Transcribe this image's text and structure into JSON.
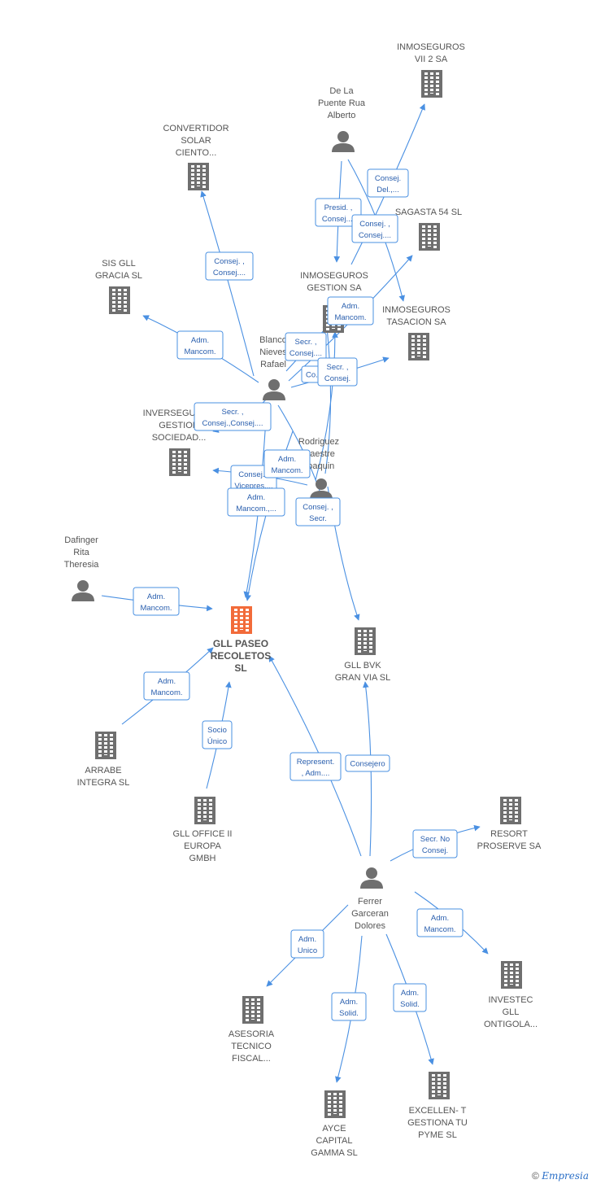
{
  "colors": {
    "edge": "#4a90e2",
    "box_text": "#2a5fae",
    "node": "#6f6f6f",
    "focus": "#f26b3a",
    "label": "#555555"
  },
  "nodes": [
    {
      "id": "gll_paseo",
      "type": "company",
      "focus": true,
      "lines": [
        "GLL PASEO",
        "RECOLETOS",
        "SL"
      ]
    },
    {
      "id": "blanco",
      "type": "person",
      "lines": [
        "Blanco",
        "Nieves",
        "Rafael"
      ]
    },
    {
      "id": "rodriguez",
      "type": "person",
      "lines": [
        "Rodriguez",
        "Maestre",
        "Joaquin"
      ]
    },
    {
      "id": "delapuente",
      "type": "person",
      "lines": [
        "De La",
        "Puente Rua",
        "Alberto"
      ]
    },
    {
      "id": "dafinger",
      "type": "person",
      "lines": [
        "Dafinger",
        "Rita",
        "Theresia"
      ]
    },
    {
      "id": "ferrer",
      "type": "person",
      "lines": [
        "Ferrer",
        "Garceran",
        "Dolores"
      ]
    },
    {
      "id": "inmo_vii",
      "type": "company",
      "lines": [
        "INMOSEGUROS",
        "VII 2 SA"
      ]
    },
    {
      "id": "convertidor",
      "type": "company",
      "lines": [
        "CONVERTIDOR",
        "SOLAR",
        "CIENTO..."
      ]
    },
    {
      "id": "sagasta",
      "type": "company",
      "lines": [
        "SAGASTA 54 SL"
      ]
    },
    {
      "id": "sis",
      "type": "company",
      "lines": [
        "SIS GLL",
        "GRACIA  SL"
      ]
    },
    {
      "id": "inmo_gestion",
      "type": "company",
      "lines": [
        "INMOSEGUROS",
        "GESTION SA"
      ]
    },
    {
      "id": "inmo_tasacion",
      "type": "company",
      "lines": [
        "INMOSEGUROS",
        "TASACION SA"
      ]
    },
    {
      "id": "inverseguros",
      "type": "company",
      "lines": [
        "INVERSEGUROS",
        "GESTION",
        "SOCIEDAD..."
      ]
    },
    {
      "id": "gll_bvk",
      "type": "company",
      "lines": [
        "GLL BVK",
        "GRAN VIA  SL"
      ]
    },
    {
      "id": "arrabe",
      "type": "company",
      "lines": [
        "ARRABE",
        "INTEGRA SL"
      ]
    },
    {
      "id": "gll_office",
      "type": "company",
      "lines": [
        "GLL OFFICE II",
        "EUROPA",
        "GMBH"
      ]
    },
    {
      "id": "resort",
      "type": "company",
      "lines": [
        "RESORT",
        "PROSERVE SA"
      ]
    },
    {
      "id": "investec",
      "type": "company",
      "lines": [
        "INVESTEC",
        "GLL",
        "ONTIGOLA..."
      ]
    },
    {
      "id": "asesoria",
      "type": "company",
      "lines": [
        "ASESORIA",
        "TECNICO",
        "FISCAL..."
      ]
    },
    {
      "id": "excellent",
      "type": "company",
      "lines": [
        "EXCELLEN- T",
        "GESTIONA TU",
        "PYME SL"
      ]
    },
    {
      "id": "ayce",
      "type": "company",
      "lines": [
        "AYCE",
        "CAPITAL",
        "GAMMA  SL"
      ]
    }
  ],
  "relations": [
    {
      "id": "r_blanco_convertidor",
      "lines": [
        "Consej. ,",
        "Consej...."
      ]
    },
    {
      "id": "r_blanco_sis",
      "lines": [
        "Adm.",
        "Mancom."
      ]
    },
    {
      "id": "r_blanco_sagasta",
      "lines": [
        "Adm.",
        "Mancom."
      ]
    },
    {
      "id": "r_blanco_gestion",
      "lines": [
        "Secr. ,",
        "Consej...."
      ]
    },
    {
      "id": "r_blanco_tasacion",
      "lines": [
        "Co..."
      ]
    },
    {
      "id": "r_rodriguez_tasacion",
      "lines": [
        "Secr. ,",
        "Consej."
      ]
    },
    {
      "id": "r_blanco_inverseguros",
      "lines": [
        "Secr. ,",
        "Consej.,Consej...."
      ]
    },
    {
      "id": "r_rodriguez_inverseguros",
      "lines": [
        "Consej. ,",
        "Vicepres...."
      ]
    },
    {
      "id": "r_rodriguez_gll",
      "lines": [
        "Adm.",
        "Mancom."
      ]
    },
    {
      "id": "r_blanco_gll",
      "lines": [
        "Adm.",
        "Mancom.,..."
      ]
    },
    {
      "id": "r_rodriguez_bvk",
      "lines": [
        "Consej. ,",
        "Secr."
      ]
    },
    {
      "id": "r_delapuente_gestion",
      "lines": [
        "Presid. ,",
        "Consej...."
      ]
    },
    {
      "id": "r_delapuente_vii",
      "lines": [
        "Consej.",
        "Del.,..."
      ]
    },
    {
      "id": "r_delapuente_tasacion",
      "lines": [
        "Consej. ,",
        "Consej...."
      ]
    },
    {
      "id": "r_dafinger_gll",
      "lines": [
        "Adm.",
        "Mancom."
      ]
    },
    {
      "id": "r_arrabe_gll",
      "lines": [
        "Adm.",
        "Mancom."
      ]
    },
    {
      "id": "r_office_gll",
      "lines": [
        "Socio",
        "Único"
      ]
    },
    {
      "id": "r_ferrer_gll",
      "lines": [
        "Represent.",
        ", Adm...."
      ]
    },
    {
      "id": "r_ferrer_bvk",
      "lines": [
        "Consejero"
      ]
    },
    {
      "id": "r_ferrer_resort",
      "lines": [
        "Secr.  No",
        "Consej."
      ]
    },
    {
      "id": "r_ferrer_investec",
      "lines": [
        "Adm.",
        "Mancom."
      ]
    },
    {
      "id": "r_ferrer_asesoria",
      "lines": [
        "Adm.",
        "Unico"
      ]
    },
    {
      "id": "r_ferrer_ayce",
      "lines": [
        "Adm.",
        "Solid."
      ]
    },
    {
      "id": "r_ferrer_excellent",
      "lines": [
        "Adm.",
        "Solid."
      ]
    }
  ],
  "footer": {
    "copyright": "©",
    "brand": "Empresia"
  }
}
